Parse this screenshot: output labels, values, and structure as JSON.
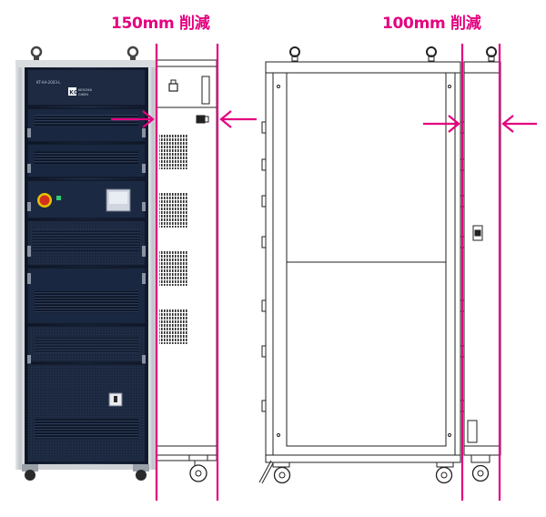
{
  "annotations": {
    "left_reduction": "150mm 削減",
    "right_reduction": "100mm 削減"
  },
  "equipment_panel": {
    "top_label": "KT-AA-2003-L",
    "brand_badge": "KG",
    "brand_line1": "KEISOKU",
    "brand_line2": "GIKEN"
  },
  "colors": {
    "accent": "#e4007f",
    "cabinet": "#1e2c45",
    "cabinet_dark": "#121c2e",
    "frame": "#c9ccd0",
    "estop": "#d32f1e"
  }
}
